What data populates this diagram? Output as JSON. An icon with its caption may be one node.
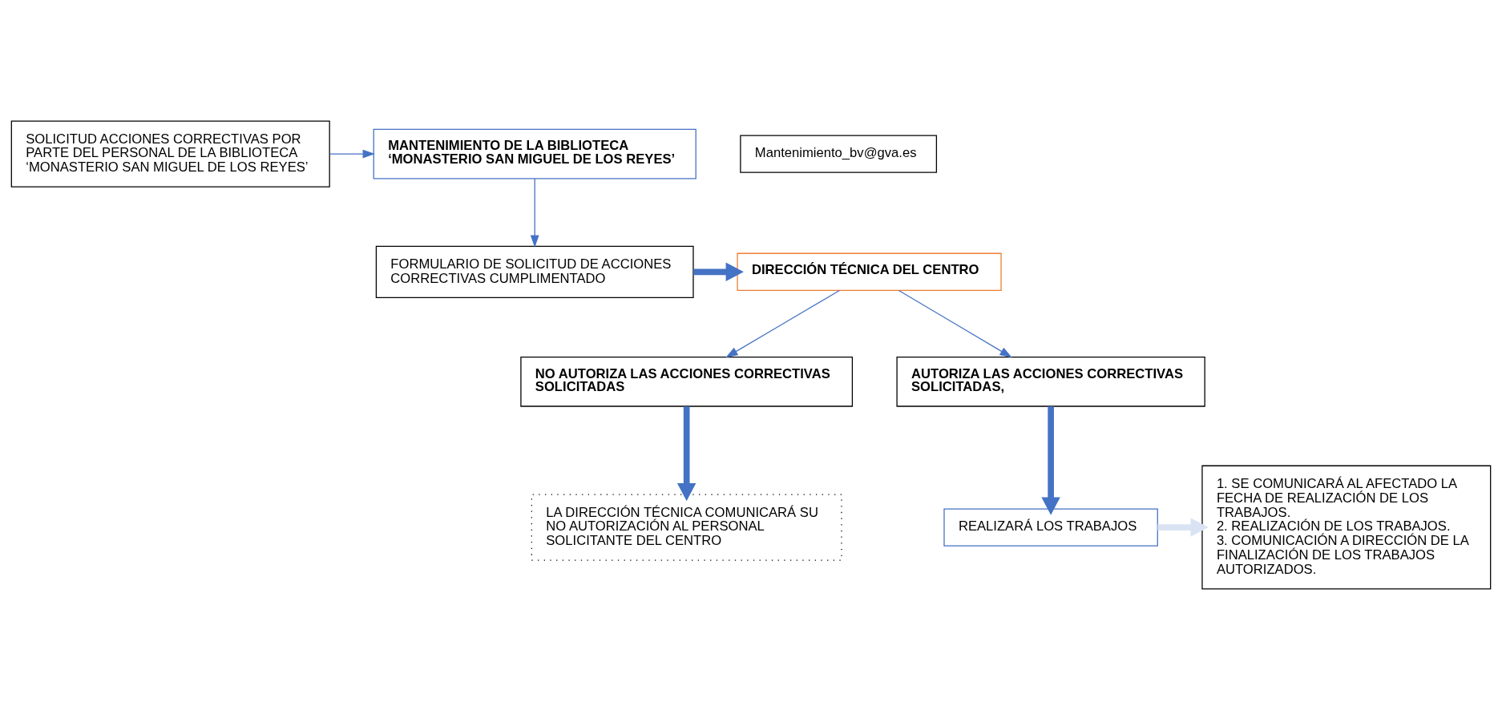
{
  "diagram": {
    "nodes": [
      {
        "text": [
          "SOLICITUD ACCIONES CORRECTIVAS POR PARTE DEL PERSONAL DE LA BIBLIOTECA ‘MONASTERIO SAN MIGUEL DE LOS REYES’"
        ]
      },
      {
        "text": [
          "Mantenimiento_bv@gva.es"
        ]
      },
      {
        "text": [
          "MANTENIMIENTO DE LA BIBLIOTECA ‘MONASTERIO SAN MIGUEL DE LOS REYES’"
        ]
      },
      {
        "text": [
          "DIRECCIÓN TÉCNICA DEL CENTRO"
        ]
      },
      {
        "text": [
          "FORMULARIO DE SOLICITUD DE ACCIONES CORRECTIVAS CUMPLIMENTADO"
        ]
      },
      {
        "text": [
          "NO AUTORIZA LAS ACCIONES CORRECTIVAS SOLICITADAS"
        ]
      },
      {
        "text": [
          "AUTORIZA LAS ACCIONES CORRECTIVAS SOLICITADAS,"
        ]
      },
      {
        "text": [
          "LA DIRECCIÓN TÉCNICA COMUNICARÁ SU NO AUTORIZACIÓN AL PERSONAL SOLICITANTE DEL CENTRO"
        ]
      },
      {
        "text": [
          "REALIZARÁ LOS TRABAJOS"
        ]
      },
      {
        "text": [
          "1. SE COMUNICARÁ AL AFECTADO LA FECHA DE REALIZACIÓN DE LOS TRABAJOS.",
          "2. REALIZACIÓN DE LOS TRABAJOS.",
          "3. COMUNICACIÓN A DIRECCIÓN DE LA FINALIZACIÓN DE LOS TRABAJOS AUTORIZADOS."
        ]
      }
    ],
    "edges": [
      {
        "from": 0,
        "to": 2,
        "arrow": "to"
      },
      {
        "from": 2,
        "to": 4,
        "arrow": "to"
      },
      {
        "from": 4,
        "to": 3,
        "arrow": "to",
        "style": "thick"
      },
      {
        "from": 3,
        "to": 5,
        "arrow": "to"
      },
      {
        "from": 3,
        "to": 6,
        "arrow": "to"
      },
      {
        "from": 5,
        "to": 7,
        "arrow": "to",
        "style": "thick"
      },
      {
        "from": 6,
        "to": 8,
        "arrow": "to",
        "style": "thick"
      },
      {
        "from": 8,
        "to": 9,
        "arrow": "to",
        "style": "thick",
        "color": "#dae3f3"
      }
    ]
  }
}
